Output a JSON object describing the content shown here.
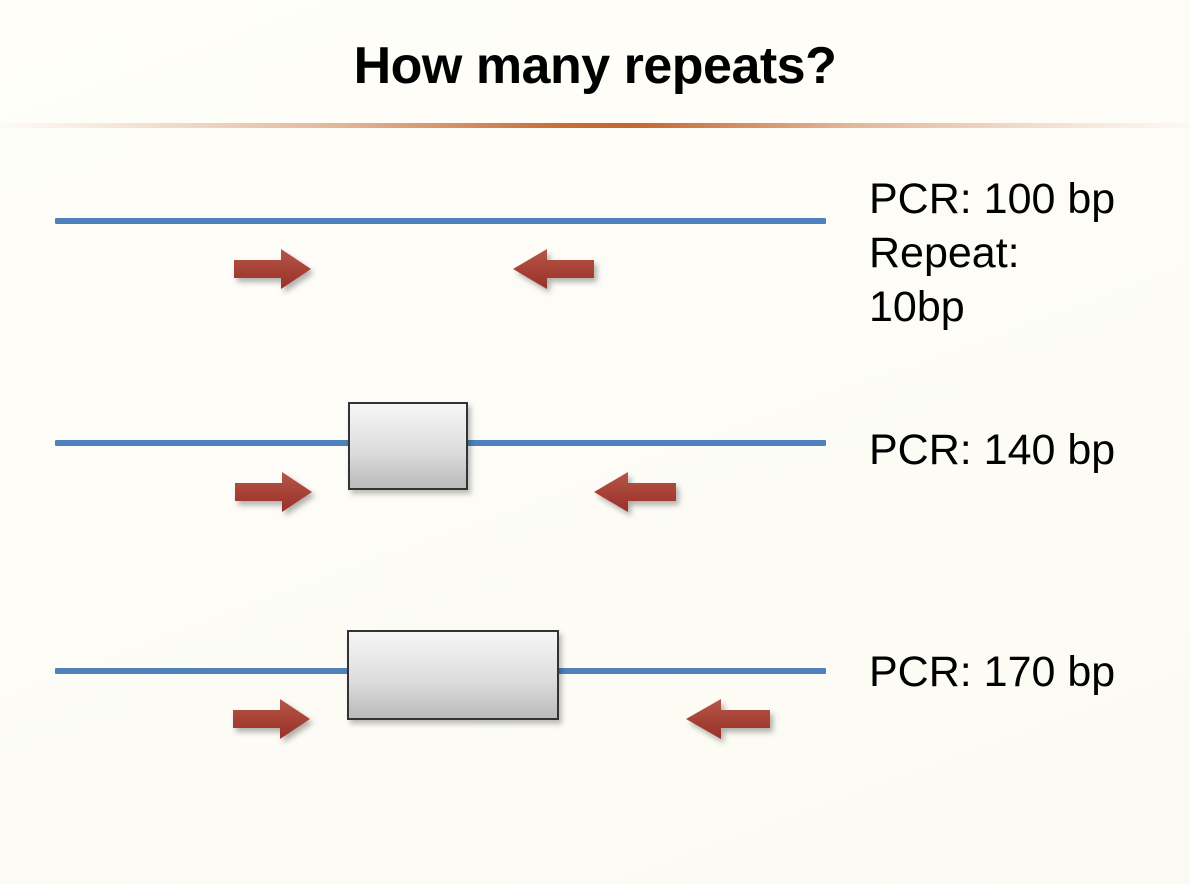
{
  "slide": {
    "title": "How many repeats?",
    "background_color": "#fdfcf7",
    "rule_color": "#bf5619"
  },
  "palette": {
    "dna_line": "#4f81bd",
    "arrow_fill_light": "#b4544a",
    "arrow_fill_dark": "#9e342c",
    "box_border": "#333333",
    "box_fill_top": "#f5f5f5",
    "box_fill_bottom": "#bcbcbc",
    "text": "#000000"
  },
  "rows": [
    {
      "id": "row-1",
      "label": "PCR: 100 bp\nRepeat:\n10bp",
      "label_lines": [
        "PCR: 100 bp",
        "Repeat:",
        "10bp"
      ],
      "pcr_length": "100 bp",
      "repeat_length": "10bp",
      "repeat_box": null,
      "forward_primer": "forward-primer-arrow",
      "reverse_primer": "reverse-primer-arrow"
    },
    {
      "id": "row-2",
      "label": "PCR: 140 bp",
      "label_lines": [
        "PCR: 140 bp"
      ],
      "pcr_length": "140 bp",
      "repeat_length": null,
      "repeat_box": "repeat-insert-small",
      "forward_primer": "forward-primer-arrow",
      "reverse_primer": "reverse-primer-arrow"
    },
    {
      "id": "row-3",
      "label": "PCR: 170 bp",
      "label_lines": [
        "PCR: 170 bp"
      ],
      "pcr_length": "170 bp",
      "repeat_length": null,
      "repeat_box": "repeat-insert-large",
      "forward_primer": "forward-primer-arrow",
      "reverse_primer": "reverse-primer-arrow"
    }
  ]
}
